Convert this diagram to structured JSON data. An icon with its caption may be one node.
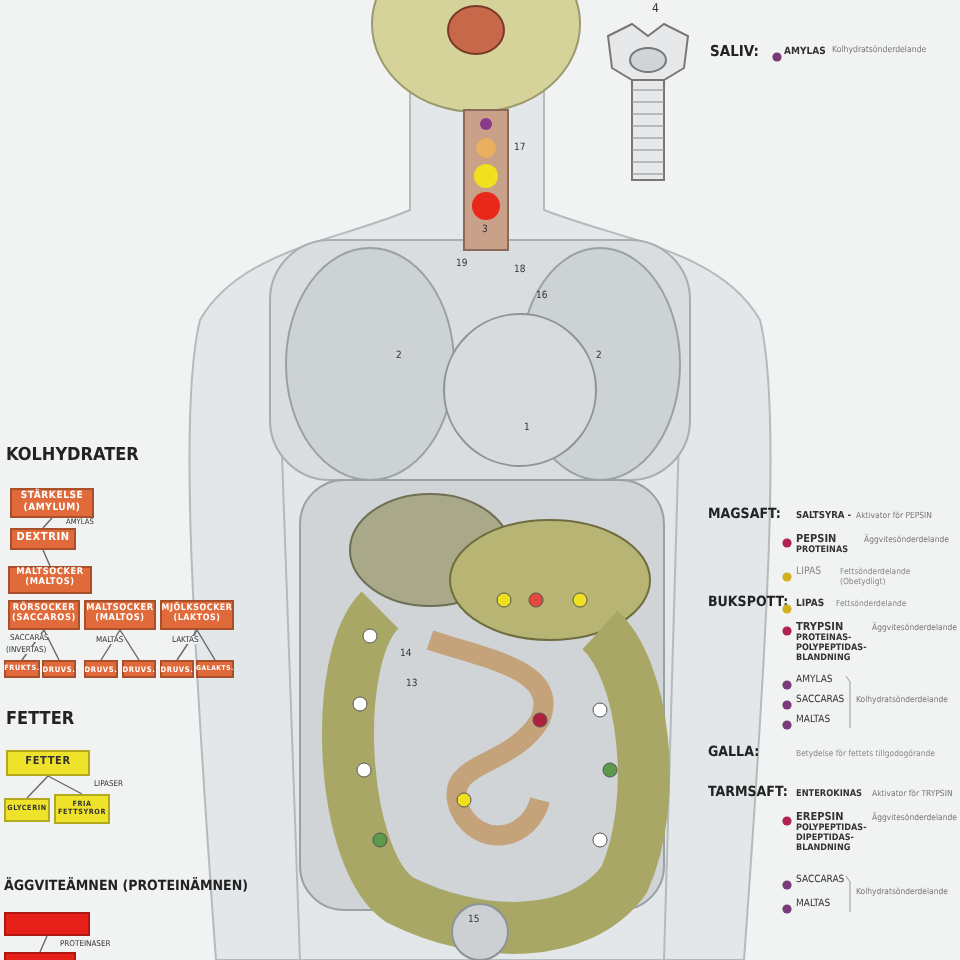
{
  "diagram": {
    "nodes": [
      {
        "text": [
          "STÄRKELSE (AMYLUM)"
        ]
      },
      {
        "text": [
          "DEXTRIN"
        ]
      },
      {
        "text": [
          "MALTSOCKER (MALTOS)"
        ]
      },
      {
        "text": [
          "RÖRSOCKER (SACCAROS)"
        ]
      },
      {
        "text": [
          "MALTSOCKER (MALTOS)"
        ]
      },
      {
        "text": [
          "MJÖLKSOCKER (LAKTOS)"
        ]
      },
      {
        "text": [
          "FRUKTS."
        ]
      },
      {
        "text": [
          "DRUVS."
        ]
      },
      {
        "text": [
          "DRUVS."
        ]
      },
      {
        "text": [
          "DRUVS."
        ]
      },
      {
        "text": [
          "DRUVS."
        ]
      },
      {
        "text": [
          "GALAKTS."
        ]
      },
      {
        "text": [
          "FETTER"
        ]
      },
      {
        "text": [
          "GLYCERIN"
        ]
      },
      {
        "text": [
          "FRIA FETTSYROR"
        ]
      },
      {
        "text": [],
        "shape": "box"
      },
      {
        "text": [],
        "shape": "box"
      }
    ],
    "edges": [
      {
        "from": 0,
        "to": 1,
        "arrow": "none"
      },
      {
        "from": 1,
        "to": 2,
        "arrow": "none"
      },
      {
        "from": 3,
        "to": 6,
        "arrow": "none"
      },
      {
        "from": 3,
        "to": 7,
        "arrow": "none"
      },
      {
        "from": 4,
        "to": 8,
        "arrow": "none"
      },
      {
        "from": 4,
        "to": 9,
        "arrow": "none"
      },
      {
        "from": 5,
        "to": 10,
        "arrow": "none"
      },
      {
        "from": 5,
        "to": 11,
        "arrow": "none"
      },
      {
        "from": 12,
        "to": 13,
        "arrow": "none"
      },
      {
        "from": 12,
        "to": 14,
        "arrow": "none"
      },
      {
        "from": 15,
        "to": 16,
        "arrow": "none"
      }
    ],
    "labels": [
      "KOLHYDRATER",
      "AMYLAS",
      "SACCARAS",
      "(INVERTAS)",
      "MALTAS",
      "LAKTAS",
      "FETTER",
      "LIPASER",
      "ÄGGVITEÄMNEN (PROTEINÄMNEN)",
      "PROTEINASER",
      "4",
      "SALIV:",
      "AMYLAS",
      "Kolhydratsönderdelande",
      "17",
      "3",
      "19",
      "18",
      "16",
      "2",
      "2",
      "1",
      "MAGSAFT:",
      "SALTSYRA -",
      "Aktivator för PEPSIN",
      "PEPSIN",
      "PROTEINAS",
      "Äggvitesönderdelande",
      "LIPAS",
      "Fettsönderdelande (Obetydligt)",
      "BUKSPOTT:",
      "LIPAS",
      "Fettsönderdelande",
      "TRYPSIN",
      "PROTEINAS-POLYPEPTIDAS-BLANDNING",
      "Äggvitesönderdelande",
      "AMYLAS",
      "SACCARAS",
      "Kolhydratsönderdelande",
      "MALTAS",
      "14",
      "13",
      "15",
      "GALLA:",
      "Betydelse för fettets tillgodogörande",
      "TARMSAFT:",
      "ENTEROKINAS",
      "Aktivator för TRYPSIN",
      "EREPSIN",
      "POLYPEPTIDAS-DIPEPTIDAS-BLANDNING",
      "Äggvitesönderdelande",
      "SACCARAS",
      "MALTAS",
      "Kolhydratsönderdelande"
    ]
  }
}
